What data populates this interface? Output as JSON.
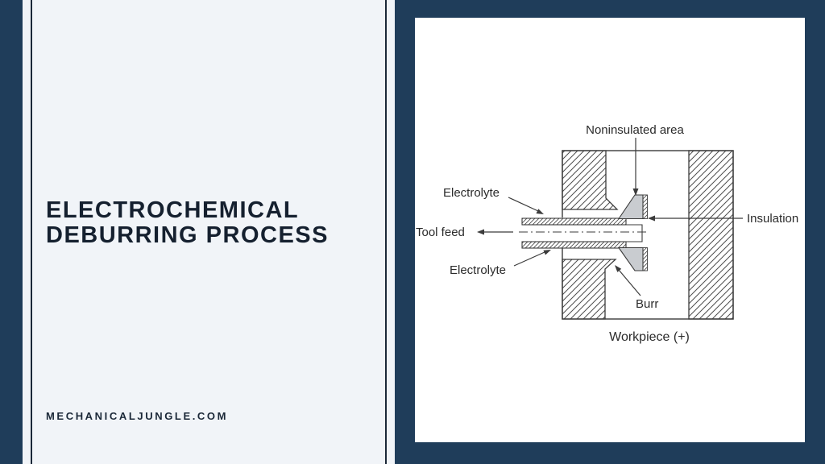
{
  "left_panel": {
    "title_line1": "ELECTROCHEMICAL",
    "title_line2": "DEBURRING PROCESS",
    "website": "MECHANICALJUNGLE.COM"
  },
  "colors": {
    "navy": "#1f3d5a",
    "panel_gray": "#f1f4f8",
    "title_text": "#15202f",
    "diagram_line": "#3b3b3b",
    "cone_gray": "#c9ccd0"
  },
  "diagram": {
    "type": "technical-cross-section",
    "labels": {
      "noninsulated": "Noninsulated area",
      "electrolyte_top": "Electrolyte",
      "tool_feed": "Tool feed",
      "electrolyte_bottom": "Electrolyte",
      "insulation": "Insulation",
      "burr": "Burr",
      "workpiece": "Workpiece (+)"
    }
  }
}
